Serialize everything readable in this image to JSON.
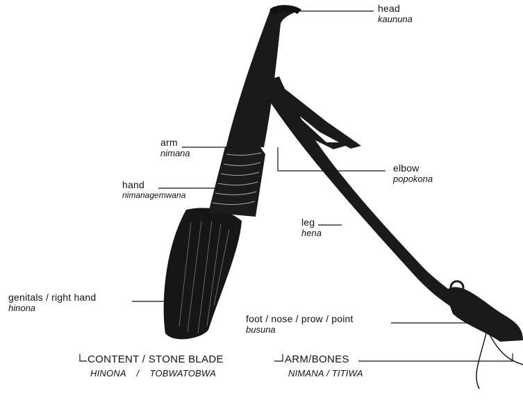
{
  "labels": {
    "head": {
      "term": "head",
      "gloss": "kaununa"
    },
    "arm": {
      "term": "arm",
      "gloss": "nimana"
    },
    "hand": {
      "term": "hand",
      "gloss": "nimanagemwana"
    },
    "elbow": {
      "term": "elbow",
      "gloss": "popokona"
    },
    "leg": {
      "term": "leg",
      "gloss": "hena"
    },
    "genitals": {
      "term": "genitals / right hand",
      "gloss": "hinona"
    },
    "foot": {
      "term": "foot / nose / prow / point",
      "gloss": "busuna"
    }
  },
  "brackets": {
    "content_title": "CONTENT / STONE BLADE",
    "content_sub": "HINONA    /    TOBWATOBWA",
    "arm_title": "ARM/BONES",
    "arm_sub": "NIMANA / TITIWA"
  }
}
